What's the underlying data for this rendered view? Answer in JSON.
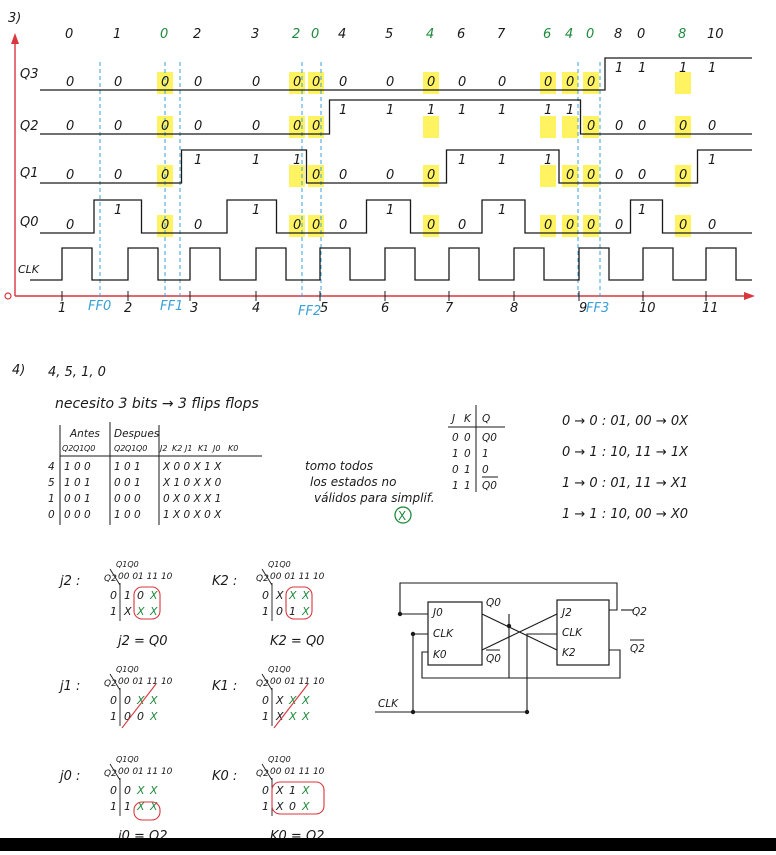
{
  "part3": {
    "label": "3)",
    "state_sequence": [
      {
        "t": "0",
        "c": "black"
      },
      {
        "t": "1",
        "c": "black"
      },
      {
        "t": "0",
        "c": "green"
      },
      {
        "t": "2",
        "c": "black"
      },
      {
        "t": "3",
        "c": "black"
      },
      {
        "t": "2",
        "c": "green"
      },
      {
        "t": "0",
        "c": "green"
      },
      {
        "t": "4",
        "c": "black"
      },
      {
        "t": "5",
        "c": "black"
      },
      {
        "t": "4",
        "c": "green"
      },
      {
        "t": "6",
        "c": "black"
      },
      {
        "t": "7",
        "c": "black"
      },
      {
        "t": "6",
        "c": "green"
      },
      {
        "t": "4",
        "c": "green"
      },
      {
        "t": "0",
        "c": "green"
      },
      {
        "t": "8",
        "c": "black"
      },
      {
        "t": "0",
        "c": "black"
      },
      {
        "t": "8",
        "c": "green"
      },
      {
        "t": "10",
        "c": "black"
      }
    ],
    "signals": {
      "q3": {
        "label": "Q3",
        "values": [
          "0",
          "0",
          "0",
          "0",
          "0",
          "0",
          "0",
          "0",
          "0",
          "0",
          "0",
          "0",
          "0",
          "0",
          "0",
          "1",
          "1",
          "1",
          "1"
        ]
      },
      "q2": {
        "label": "Q2",
        "values": [
          "0",
          "0",
          "0",
          "0",
          "0",
          "0",
          "0",
          "1",
          "1",
          "1",
          "1",
          "1",
          "1",
          "1",
          "0",
          "0",
          "0",
          "0",
          "0"
        ]
      },
      "q1": {
        "label": "Q1",
        "values": [
          "0",
          "0",
          "0",
          "1",
          "1",
          "1",
          "0",
          "0",
          "0",
          "0",
          "1",
          "1",
          "1",
          "0",
          "0",
          "0",
          "0",
          "0",
          "1"
        ]
      },
      "q0": {
        "label": "Q0",
        "values": [
          "0",
          "1",
          "0",
          "0",
          "1",
          "0",
          "0",
          "0",
          "1",
          "0",
          "0",
          "1",
          "0",
          "0",
          "0",
          "0",
          "1",
          "0",
          "0"
        ]
      },
      "clk": {
        "label": "CLK"
      }
    },
    "clock_numbers": [
      "1",
      "2",
      "3",
      "4",
      "5",
      "6",
      "7",
      "8",
      "9",
      "10",
      "11"
    ],
    "ff_labels": [
      "FF0",
      "FF1",
      "FF2",
      "FF3"
    ]
  },
  "part4": {
    "label": "4)",
    "sequence": "4, 5, 1, 0",
    "needs": "necesito 3 bits → 3 flips flops",
    "table": {
      "head_antes": "Antes",
      "head_despues": "Despues",
      "cols": [
        "Q2",
        "Q1",
        "Q0",
        "Q2",
        "Q1",
        "Q0",
        "J2",
        "K2",
        "J1",
        "K1",
        "J0",
        "K0"
      ],
      "rows": [
        {
          "n": "4",
          "bits": "1 0 0",
          "next": "1 0 1",
          "jk": "X 0  0 X  1 X"
        },
        {
          "n": "5",
          "bits": "1 0 1",
          "next": "0 0 1",
          "jk": "X 1  0 X  X 0"
        },
        {
          "n": "1",
          "bits": "0 0 1",
          "next": "0 0 0",
          "jk": "0 X  0 X  X 1"
        },
        {
          "n": "0",
          "bits": "0 0 0",
          "next": "1 0 0",
          "jk": "1 X  0 X  0 X"
        }
      ]
    },
    "note_lines": [
      "tomo todos",
      "los estados no",
      "válidos para simplif."
    ],
    "note_symbol": "X",
    "jk_table": {
      "head": [
        "J",
        "K",
        "Q"
      ],
      "rows": [
        [
          "0",
          "0",
          "Q0"
        ],
        [
          "1",
          "0",
          "1"
        ],
        [
          "0",
          "1",
          "0"
        ],
        [
          "1",
          "1",
          "Q0"
        ]
      ]
    },
    "transitions": [
      "0 → 0 :  01, 00 → 0X",
      "0 → 1 :  10, 11 → 1X",
      "1 → 0 :  01, 11 → X1",
      "1 → 1 :  10, 00 → X0"
    ],
    "kmaps": [
      {
        "name": "j2 :",
        "result": "j2 = Q0"
      },
      {
        "name": "K2 :",
        "result": "K2 = Q0"
      },
      {
        "name": "j1 :",
        "result": ""
      },
      {
        "name": "K1 :",
        "result": ""
      },
      {
        "name": "j0 :",
        "result": "j0 = Q2"
      },
      {
        "name": "K0 :",
        "result": "K0 = Q2"
      }
    ],
    "kmap_header": "00 01 11 10",
    "kmap_axis": "Q1Q0",
    "kmap_row_var": "Q2",
    "circuit": {
      "ff_left": {
        "j": "J0",
        "clk": "CLK",
        "k": "K0",
        "q": "Q0",
        "qn": "Q0"
      },
      "ff_right": {
        "j": "J2",
        "clk": "CLK",
        "k": "K2",
        "q": "Q2",
        "qn": "Q2"
      },
      "clk_label": "CLK"
    }
  }
}
